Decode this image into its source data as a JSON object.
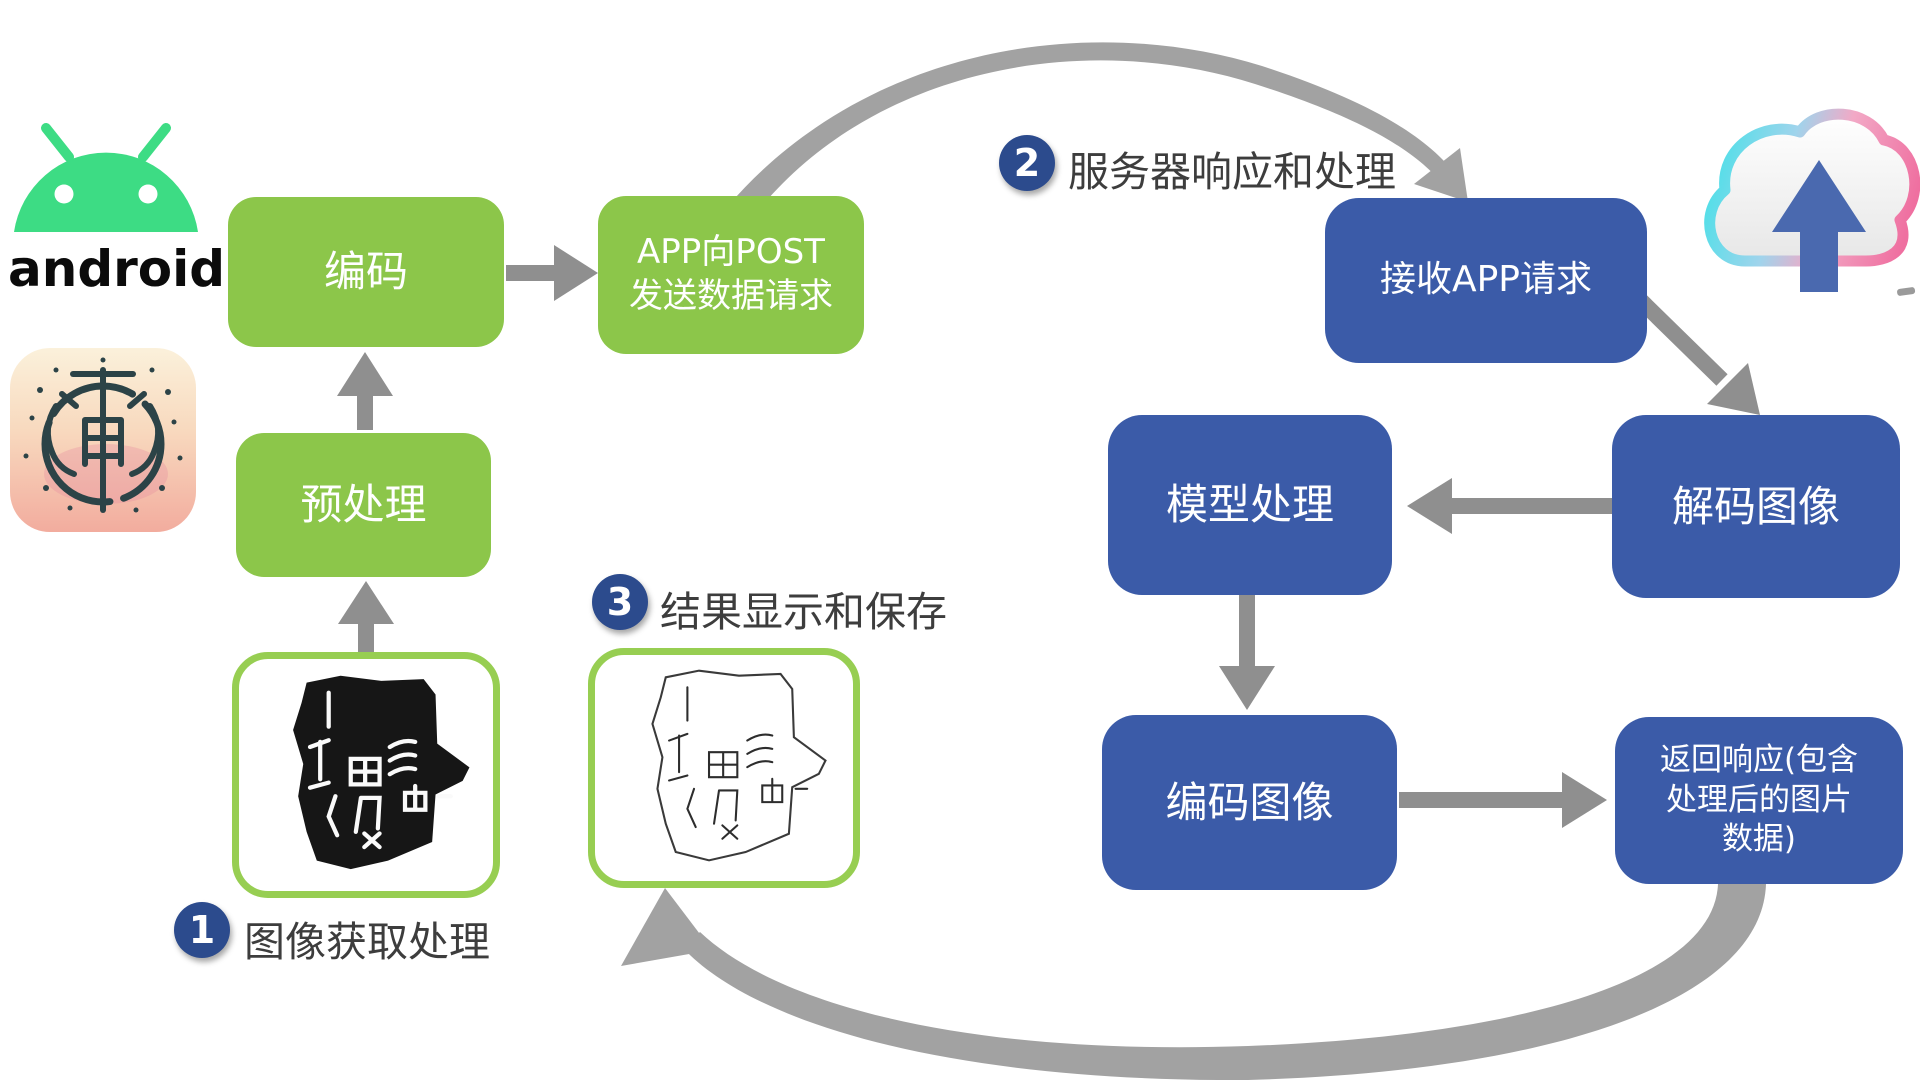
{
  "branding": {
    "android_wordmark": "android"
  },
  "client_flow": {
    "encode_box": "编码",
    "post_request_box_line1": "APP向POST",
    "post_request_box_line2": "发送数据请求",
    "preprocess_box": "预处理"
  },
  "server_flow": {
    "receive_box": "接收APP请求",
    "decode_box": "解码图像",
    "model_box": "模型处理",
    "encode_image_box": "编码图像",
    "response_box_line1": "返回响应(包含",
    "response_box_line2": "处理后的图片",
    "response_box_line3": "数据)"
  },
  "steps": {
    "step1": {
      "number": "1",
      "label": "图像获取处理"
    },
    "step2": {
      "number": "2",
      "label": "服务器响应和处理"
    },
    "step3": {
      "number": "3",
      "label": "结果显示和保存"
    }
  },
  "icons": {
    "android_robot": "android-robot",
    "app_icon": "oracle-bone-app-icon",
    "cloud_upload": "cloud-upload",
    "input_image": "oracle-bone-rubbing",
    "output_image": "oracle-bone-line-drawing"
  },
  "colors": {
    "green_box": "#8CC64A",
    "green_frame_border": "#97CE52",
    "blue_box": "#3B5BA8",
    "badge_navy": "#2C4B8D",
    "arrow_gray": "#8F8F8F",
    "arc_gray": "#A2A2A2",
    "label_text": "#3D3D3D",
    "android_green": "#3DDC84",
    "cloud_arrow_blue": "#4A69AF",
    "cloud_stroke_cyan": "#4FDFE8",
    "cloud_stroke_pink": "#EF6FA0"
  }
}
